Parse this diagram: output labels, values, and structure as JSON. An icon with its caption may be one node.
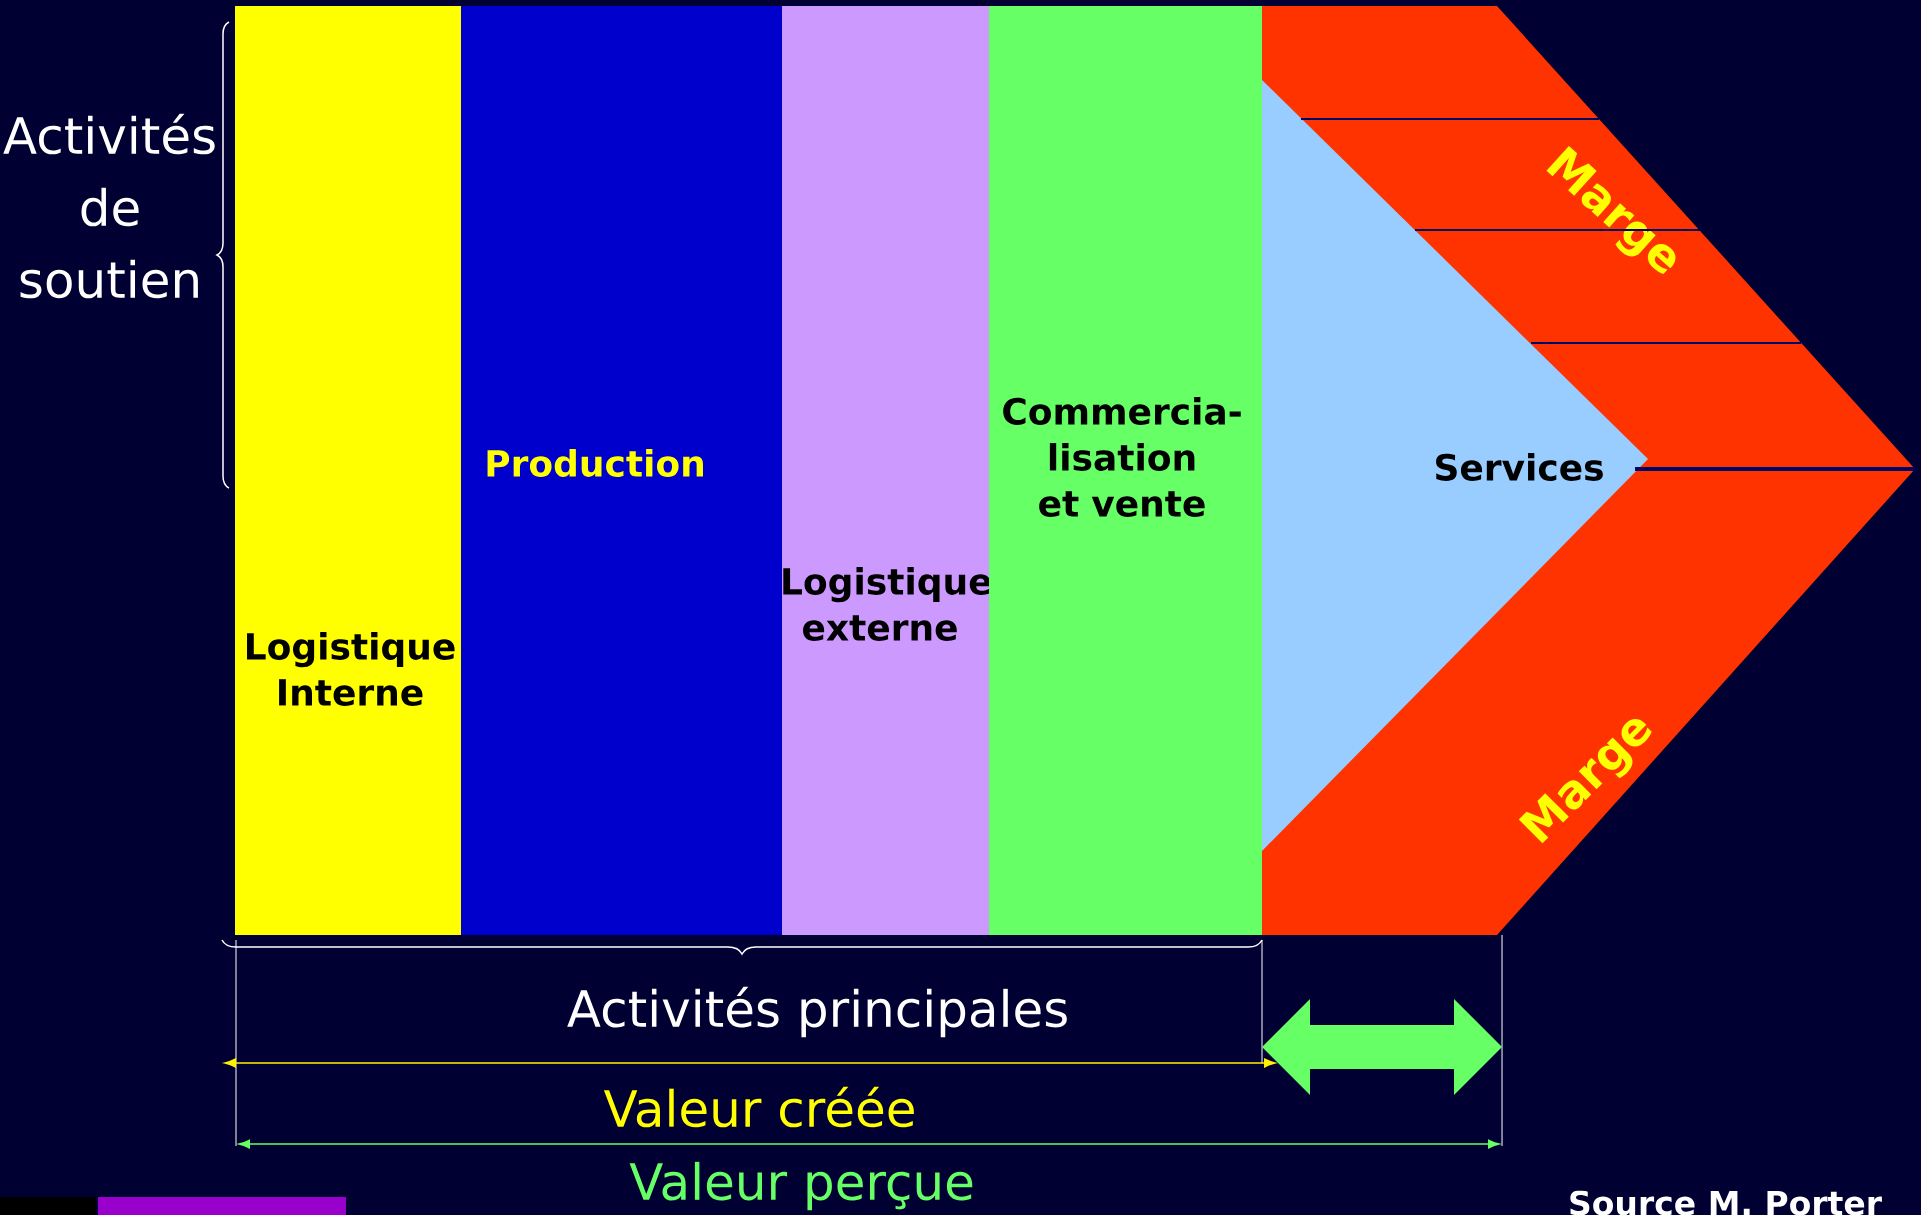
{
  "diagram": {
    "nodes": [
      {
        "text": [
          "Logistique Interne"
        ]
      },
      {
        "text": [
          "Production"
        ]
      },
      {
        "text": [
          "Logistique externe"
        ]
      },
      {
        "text": [
          "Commercia- lisation et vente"
        ]
      },
      {
        "text": [
          "Services"
        ]
      },
      {
        "text": [
          "Marge"
        ]
      },
      {
        "text": [
          "Marge"
        ]
      }
    ],
    "labels": [
      "Activités de soutien",
      "Activités principales",
      "Valeur créée",
      "Valeur perçue",
      "Source M. Porter"
    ]
  }
}
